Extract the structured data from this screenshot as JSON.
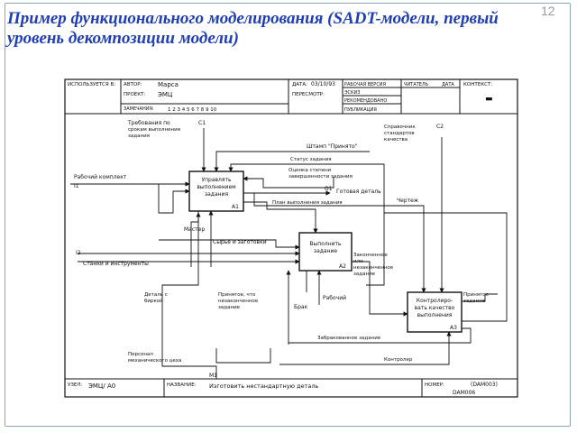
{
  "slide_number": "12",
  "title": "Пример функционального моделирования (SADT-модели, первый уровень декомпозиции модели)",
  "header": {
    "used_at": "ИСПОЛЬЗУЕТСЯ В:",
    "author_label": "АВТОР:",
    "author_value": "Марса",
    "project_label": "ПРОЕКТ:",
    "project_value": "ЭМЦ",
    "notes_label": "ЗАМЕЧАНИЯ:",
    "notes_numbers": "1  2  3  4  5  6  7  8  9  10",
    "date_label": "ДАТА:",
    "date_value": "03/10/93",
    "revision_label": "ПЕРЕСМОТР:",
    "status_working": "РАБОЧАЯ ВЕРСИЯ",
    "status_draft": "ЭСКИЗ",
    "status_recommended": "РЕКОМЕНДОВАНО",
    "status_published": "ПУБЛИКАЦИЯ",
    "reader_label": "ЧИТАТЕЛЬ",
    "reader_date_label": "ДАТА",
    "context_label": "КОНТЕКСТ:",
    "context_mark": "▬"
  },
  "boxes": {
    "a1": "Управлять выполнением задания",
    "a1_num": "А1",
    "a2": "Выполнить задание",
    "a2_num": "А2",
    "a3": "Контролиро-вать качество выполнения",
    "a3_num": "А3"
  },
  "arrows": {
    "c1_text": "Требования по срокам выполнения задания",
    "c1_code": "С1",
    "c2_text": "Справочник стандартов качества",
    "c2_code": "С2",
    "stamp": "Штамп \"Принято\"",
    "task_status": "Статус задания",
    "completion_eval": "Оценка степени завершенности задания",
    "o1_code": "О1",
    "finished_part": "Готовая деталь",
    "task_plan": "План выполнения задания",
    "drawing": "Чертеж",
    "work_kit": "Рабочий комплект",
    "i1_code": "I1",
    "master": "Мастер",
    "raw_materials": "Сырье и заготовки",
    "i2_code": "I2",
    "machines": "Станки и инструменты",
    "completed_task": "Законченное или незаконченное задание",
    "accepted_task": "Принятое задание",
    "part_with_defect": "Деталь с биркой",
    "accepted_or_not": "Принятое, что незаконченное задание",
    "worker": "Рабочий",
    "defect": "Брак",
    "rejected_task": "Забракованное задание",
    "controller": "Контролер",
    "personnel": "Персонал механического цеха",
    "m1_code": "М1"
  },
  "footer": {
    "node_label": "УЗЕЛ:",
    "node_value": "ЭМЦ/ А0",
    "name_label": "НАЗВАНИЕ:",
    "name_value": "Изготовить нестандартную деталь",
    "number_label": "НОМЕР:",
    "number_value": "(DAM003)",
    "number_value2": "DAM006"
  }
}
